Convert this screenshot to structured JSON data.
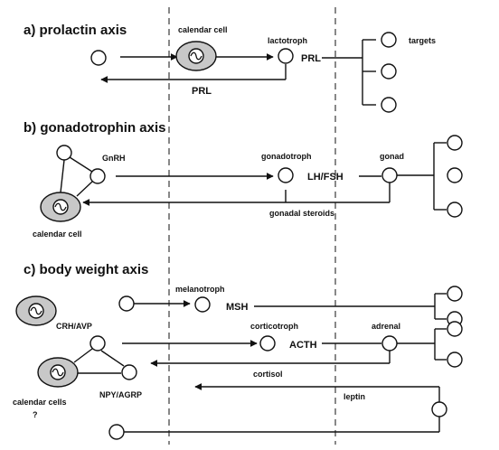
{
  "sections": {
    "prolactin": {
      "title": "a) prolactin axis",
      "calendar_cell": "calendar cell",
      "lactotroph": "lactotroph",
      "prl_out": "PRL",
      "targets": "targets",
      "prl_feedback": "PRL"
    },
    "gonadotrophin": {
      "title": "b) gonadotrophin axis",
      "gnrh": "GnRH",
      "gonadotroph": "gonadotroph",
      "gonad": "gonad",
      "lh_fsh": "LH/FSH",
      "gonadal_steroids": "gonadal steroids",
      "calendar_cell": "calendar cell"
    },
    "body_weight": {
      "title": "c) body weight axis",
      "melanotroph": "melanotroph",
      "msh": "MSH",
      "crh_avp": "CRH/AVP",
      "corticotroph": "corticotroph",
      "acth": "ACTH",
      "adrenal": "adrenal",
      "cortisol": "cortisol",
      "npy_agrp": "NPY/AGRP",
      "calendar_cells": "calendar cells",
      "question": "?",
      "leptin": "leptin"
    }
  }
}
